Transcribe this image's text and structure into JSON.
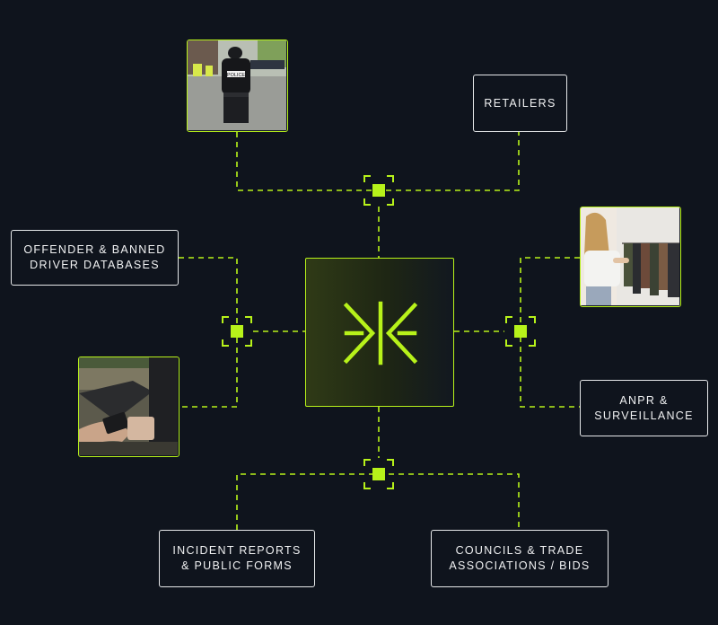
{
  "colors": {
    "accent": "#b7f21a",
    "background": "#0f141d",
    "box_border": "#e6e8ea",
    "text": "#f1f2f3"
  },
  "hub": {
    "icon": "platform-logo-icon"
  },
  "labels": {
    "retailers": "RETAILERS",
    "offender_databases": "OFFENDER & BANNED\nDRIVER DATABASES",
    "anpr": "ANPR &\nSURVEILLANCE",
    "incident_reports": "INCIDENT REPORTS\n& PUBLIC FORMS",
    "councils": "COUNCILS & TRADE\nASSOCIATIONS / BIDS"
  },
  "photos": {
    "police": {
      "badge_text": "POLICE",
      "icon": "police-officer-photo"
    },
    "clothing": {
      "icon": "clothing-rack-photo"
    },
    "payment": {
      "icon": "card-payment-photo"
    }
  },
  "connector_icon": "focus-square-icon"
}
